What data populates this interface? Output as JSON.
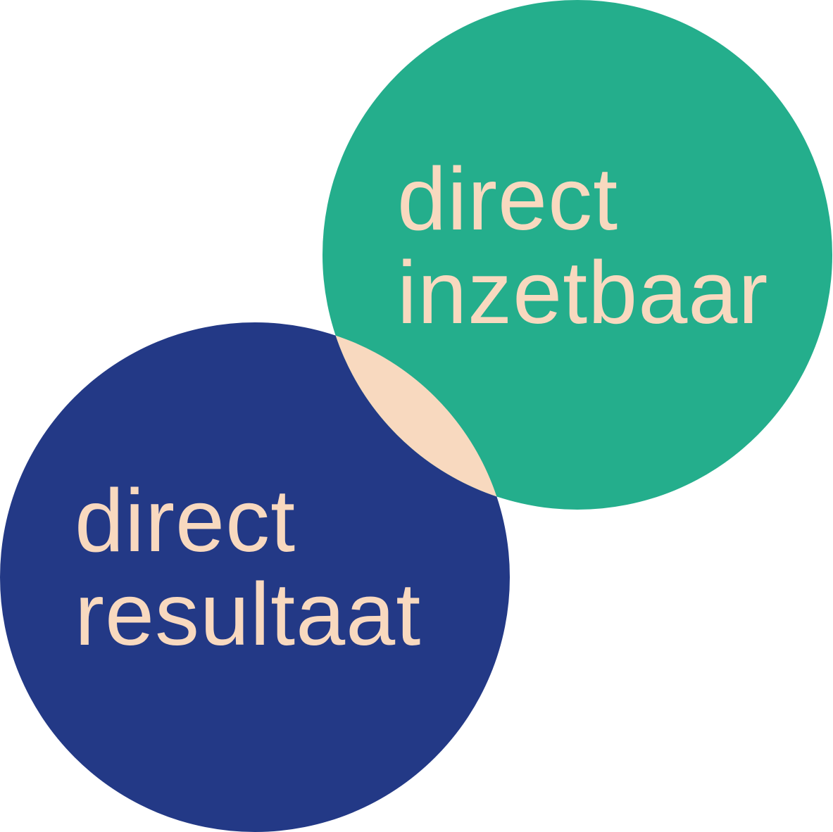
{
  "colors": {
    "green": "#24AE8C",
    "blue": "#233986",
    "overlap": "#F8D9BF",
    "text": "#F8D9BF"
  },
  "circles": {
    "top_right": {
      "line1": "direct",
      "line2": "inzetbaar"
    },
    "bottom_left": {
      "line1": "direct",
      "line2": "resultaat"
    }
  }
}
